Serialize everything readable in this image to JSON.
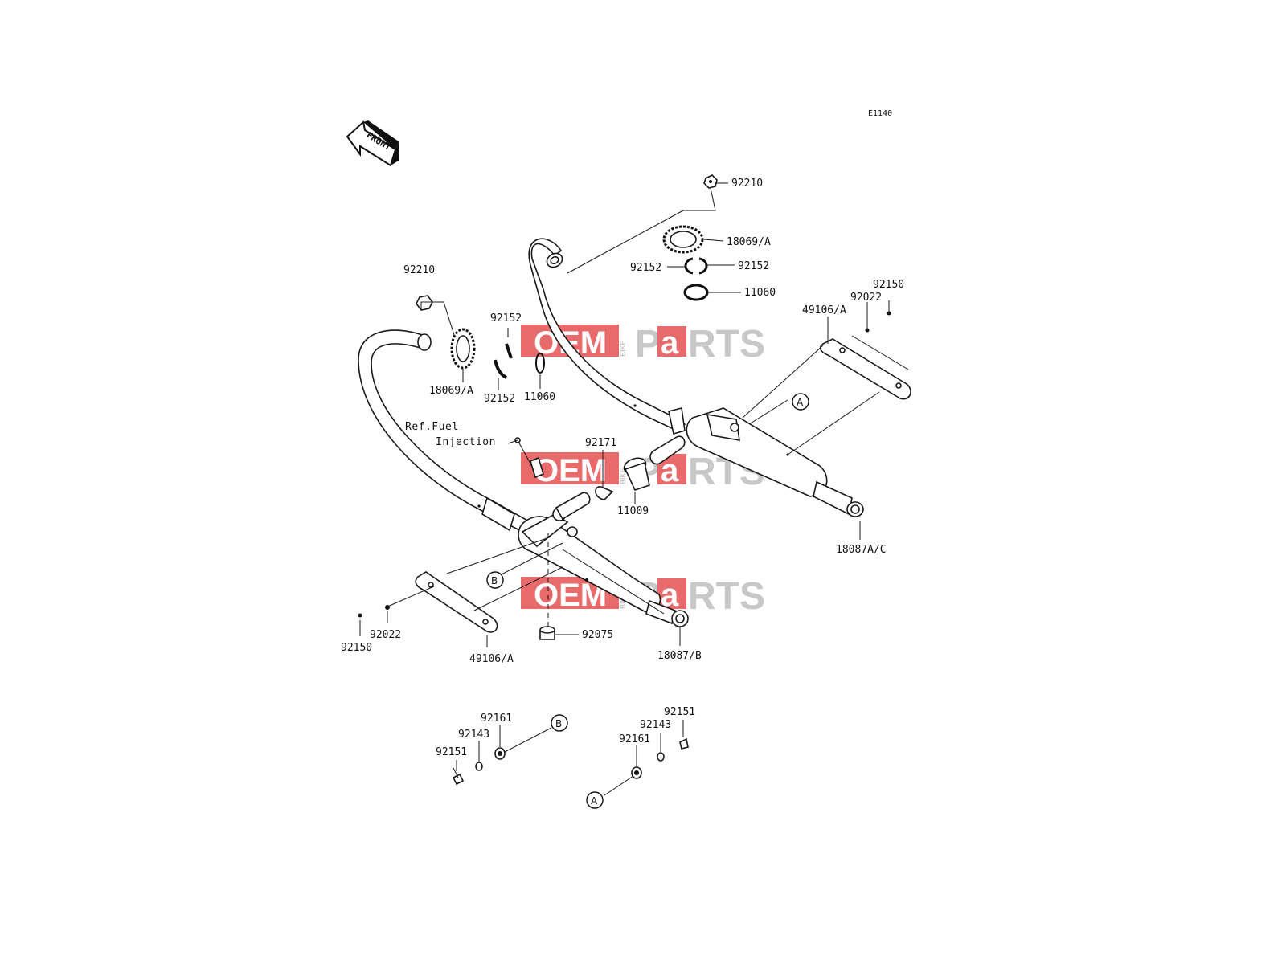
{
  "diagram": {
    "code": "E1140",
    "front_arrow_label": "FRONT",
    "ref_fuel": {
      "line1": "Ref.Fuel",
      "line2": "Injection"
    },
    "labels": {
      "r_92210": "92210",
      "r_18069a": "18069/A",
      "r_92152_left": "92152",
      "r_92152_right": "92152",
      "r_11060": "11060",
      "r_92150": "92150",
      "r_92022": "92022",
      "r_49106a": "49106/A",
      "r_18087ac": "18087A/C",
      "r_11009": "11009",
      "r_92171": "92171",
      "l_92210": "92210",
      "l_18069a": "18069/A",
      "l_92152_top": "92152",
      "l_92152_bot": "92152",
      "l_11060": "11060",
      "l_92150": "92150",
      "l_92022": "92022",
      "l_49106a": "49106/A",
      "l_18087b": "18087/B",
      "l_92075": "92075",
      "bl_92161": "92161",
      "bl_92143": "92143",
      "bl_92151": "92151",
      "br_92151": "92151",
      "br_92143": "92143",
      "br_92161": "92161"
    },
    "callouts": {
      "a": "A",
      "b": "B"
    },
    "watermark": {
      "oem": "OEM",
      "bike": "BIKE",
      "p": "P",
      "a": "a",
      "rts": "RTS"
    },
    "colors": {
      "watermark_red": "#e86a6a",
      "watermark_gray": "#c8c8c8",
      "line": "#1a1a1a"
    }
  }
}
